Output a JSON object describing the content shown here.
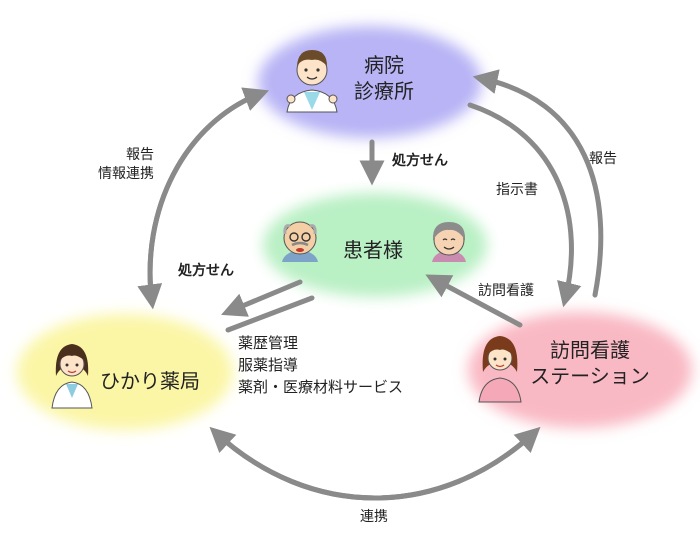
{
  "nodes": {
    "hospital": {
      "line1": "病院",
      "line2": "診療所",
      "fill": "#b8b4f5"
    },
    "patient": {
      "label": "患者様",
      "fill": "#b9f0c4"
    },
    "pharmacy": {
      "label": "ひかり薬局",
      "fill": "#fbf6a6"
    },
    "nursing": {
      "line1": "訪問看護",
      "line2": "ステーション",
      "fill": "#f9b9c4"
    }
  },
  "edges": {
    "prescription_top": "処方せん",
    "prescription_left": "処方せん",
    "report_left_1": "報告",
    "report_left_2": "情報連携",
    "instructions": "指示書",
    "report_right": "報告",
    "home_nursing": "訪問看護",
    "cooperation": "連携"
  },
  "services": [
    "薬歴管理",
    "服薬指導",
    "薬剤・医療材料サービス"
  ],
  "colors": {
    "arrow": "#8a8a8a"
  },
  "icons": [
    "doctor-icon",
    "elderly-man-icon",
    "elderly-woman-icon",
    "pharmacist-icon",
    "nurse-icon"
  ]
}
